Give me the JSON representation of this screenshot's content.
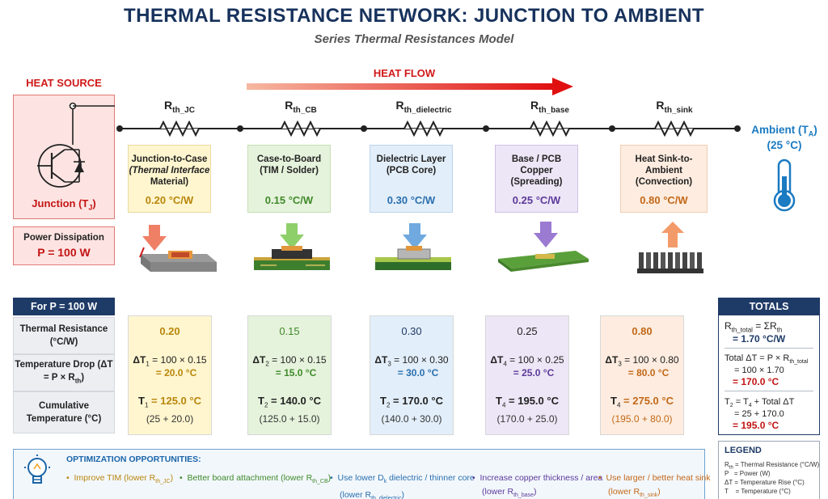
{
  "title": "THERMAL RESISTANCE NETWORK: JUNCTION TO AMBIENT",
  "subtitle": "Series Thermal Resistances Model",
  "heat_source": {
    "label": "HEAT SOURCE",
    "junction_label": "Junction (T",
    "junction_sub": "J",
    "junction_close": ")",
    "power_label": "Power Dissipation",
    "power_value": "P = 100 W"
  },
  "heat_flow_label": "HEAT FLOW",
  "ambient": {
    "label": "Ambient (T",
    "sub": "A",
    "close": ")",
    "temp": "(25 °C)"
  },
  "stages": [
    {
      "r_main": "R",
      "r_sub": "th_JC",
      "name_line1": "Junction-to-Case",
      "name_line2": "(Thermal Interface",
      "name_line3": "Material)",
      "value": "0.20 °C/W",
      "color": "#fff6cf",
      "accent": "#b8860b"
    },
    {
      "r_main": "R",
      "r_sub": "th_CB",
      "name_line1": "Case-to-Board",
      "name_line2": "(TIM / Solder)",
      "name_line3": "",
      "value": "0.15 °C/W",
      "color": "#e6f3dc",
      "accent": "#3f8a2a"
    },
    {
      "r_main": "R",
      "r_sub": "th_dielectric",
      "name_line1": "Dielectric Layer",
      "name_line2": "(PCB Core)",
      "name_line3": "",
      "value": "0.30 °C/W",
      "color": "#e2eef9",
      "accent": "#2a6fae"
    },
    {
      "r_main": "R",
      "r_sub": "th_base",
      "name_line1": "Base / PCB Copper",
      "name_line2": "(Spreading)",
      "name_line3": "",
      "value": "0.25 °C/W",
      "color": "#ede6f6",
      "accent": "#5c3a9a"
    },
    {
      "r_main": "R",
      "r_sub": "th_sink",
      "name_line1": "Heat Sink-to-Ambient",
      "name_line2": "(Convection)",
      "name_line3": "",
      "value": "0.80 °C/W",
      "color": "#fdecdf",
      "accent": "#c26818"
    }
  ],
  "table": {
    "header": "For P = 100 W",
    "row_labels": [
      "Thermal Resistance (°C/W)",
      "Temperature Drop (ΔT = P × R",
      "Cumulative Temperature (°C)"
    ],
    "row2_sub": "th",
    "row2_close": ")",
    "columns": [
      {
        "resistance": "0.20",
        "dt_expr": "ΔT",
        "dt_idx": "1",
        "dt_formula": " = 100 × 0.15",
        "dt_result": "= 20.0 °C",
        "cum_main": "T",
        "cum_idx": "1",
        "cum_value": " = 125.0 °C",
        "cum_sum": "(25 + 20.0)"
      },
      {
        "resistance": "0.15",
        "dt_expr": "ΔT",
        "dt_idx": "2",
        "dt_formula": " = 100 × 0.15",
        "dt_result": "= 15.0 °C",
        "cum_main": "T",
        "cum_idx": "2",
        "cum_value": " = 140.0 °C",
        "cum_sum": "(125.0 + 15.0)"
      },
      {
        "resistance": "0.30",
        "dt_expr": "ΔT",
        "dt_idx": "3",
        "dt_formula": " = 100 × 0.30",
        "dt_result": "= 30.0 °C",
        "cum_main": "T",
        "cum_idx": "2",
        "cum_value": " = 170.0 °C",
        "cum_sum": "(140.0 + 30.0)"
      },
      {
        "resistance": "0.25",
        "dt_expr": "ΔT",
        "dt_idx": "4",
        "dt_formula": " = 100 × 0.25",
        "dt_result": "= 25.0 °C",
        "cum_main": "T",
        "cum_idx": "4",
        "cum_value": " = 195.0 °C",
        "cum_sum": "(170.0 + 25.0)"
      },
      {
        "resistance": "0.80",
        "dt_expr": "ΔT",
        "dt_idx": "3",
        "dt_formula": " = 100 × 0.80",
        "dt_result": "= 80.0 °C",
        "cum_main": "T",
        "cum_idx": "4",
        "cum_value": " = 275.0 °C",
        "cum_sum": "(195.0 + 80.0)"
      }
    ]
  },
  "totals": {
    "header": "TOTALS",
    "r_line1_a": "R",
    "r_line1_sub": "th_total",
    "r_line1_b": " = ΣR",
    "r_line1_sub2": "th",
    "r_value": "= 1.70 °C/W",
    "dt_line1": "Total ΔT = P × R",
    "dt_line1_sub": "th_total",
    "dt_line2": "= 100 × 1.70",
    "dt_value": "= 170.0 °C",
    "t_line1_a": "T",
    "t_line1_idx": "2",
    "t_line1_b": " = T",
    "t_line1_idx2": "4",
    "t_line1_c": " + Total ΔT",
    "t_line2": "= 25 + 170.0",
    "t_value": "= 195.0 °C"
  },
  "optimization": {
    "title": "OPTIMIZATION OPPORTUNITIES:",
    "items": [
      {
        "text": "Improve TIM (lower R",
        "sub": "th_JC",
        "close": ")",
        "line2": "",
        "color": "#b8860b"
      },
      {
        "text": "Better board attachment (lower R",
        "sub": "th_CB",
        "close": ")",
        "line2": "",
        "color": "#3f8a2a"
      },
      {
        "text": "Use lower D",
        "sub": "k",
        "close": " dielectric / thinner core",
        "line2": "(lower R",
        "line2_sub": "th_dielectric",
        "line2_close": ")",
        "color": "#2a6fae"
      },
      {
        "text": "Increase copper thickness / area",
        "sub": "",
        "close": "",
        "line2": "(lower R",
        "line2_sub": "th_base",
        "line2_close": ")",
        "color": "#5c3a9a"
      },
      {
        "text": "Use larger / better heat sink",
        "sub": "",
        "close": "",
        "line2": "(lower R",
        "line2_sub": "th_sink",
        "line2_close": ")",
        "color": "#c26818"
      }
    ]
  },
  "legend": {
    "title": "LEGEND",
    "items": [
      {
        "sym": "R",
        "sub": "th",
        "text": " = Thermal Resistance (°C/W)"
      },
      {
        "sym": "P",
        "sub": "",
        "text": "   = Power (W)"
      },
      {
        "sym": "ΔT",
        "sub": "",
        "text": " = Temperature Rise (°C)"
      },
      {
        "sym": "T",
        "sub": "",
        "text": "    = Temperature (°C)"
      }
    ]
  },
  "colors": {
    "navy": "#1e3a66",
    "red": "#c31414",
    "blue": "#1a7ac2"
  }
}
